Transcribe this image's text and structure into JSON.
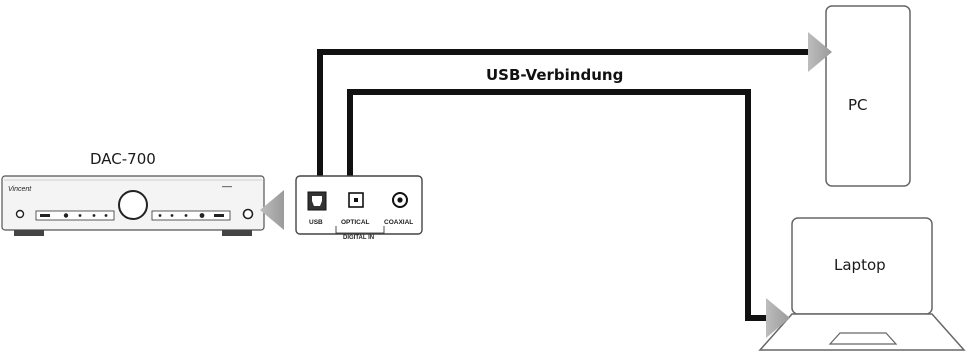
{
  "diagram": {
    "connection_label": "USB-Verbindung",
    "device_name": "DAC-700",
    "brand_logo": "Vincent",
    "panel": {
      "ports": {
        "usb": "USB",
        "optical": "OPTICAL",
        "coaxial": "COAXIAL"
      },
      "group_label": "DIGITAL IN"
    },
    "pc_label": "PC",
    "laptop_label": "Laptop",
    "colors": {
      "cable": "#111111",
      "arrow": "#b4b4b4",
      "outline": "#555555"
    }
  }
}
